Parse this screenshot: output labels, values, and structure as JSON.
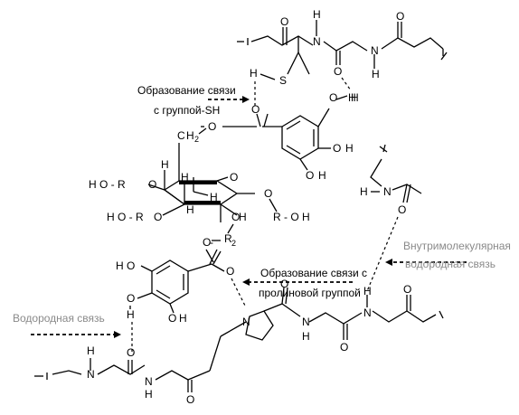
{
  "labels": {
    "sh_bond": [
      "Образование связи",
      "с группой-SH"
    ],
    "intramolecular": [
      "Внутримолекулярная",
      "водородная связь"
    ],
    "proline_bond": [
      "Образование связи с",
      "пролиновой группой"
    ],
    "hydrogen_bond": "Водородная связь"
  },
  "atoms": {
    "O": "O",
    "N": "N",
    "H": "H",
    "S": "S",
    "R": "R",
    "R2": "R",
    "sub2": "2",
    "C": "C",
    "CH2": "H",
    "sub_ch2": "2",
    "HO_R_1": "H O - R",
    "HO_R_2": "H O - R",
    "R_OH": "R - O H",
    "dash": "-"
  },
  "colors": {
    "text": "#000000",
    "grey_text": "#8a8a8a",
    "background": "#ffffff"
  }
}
